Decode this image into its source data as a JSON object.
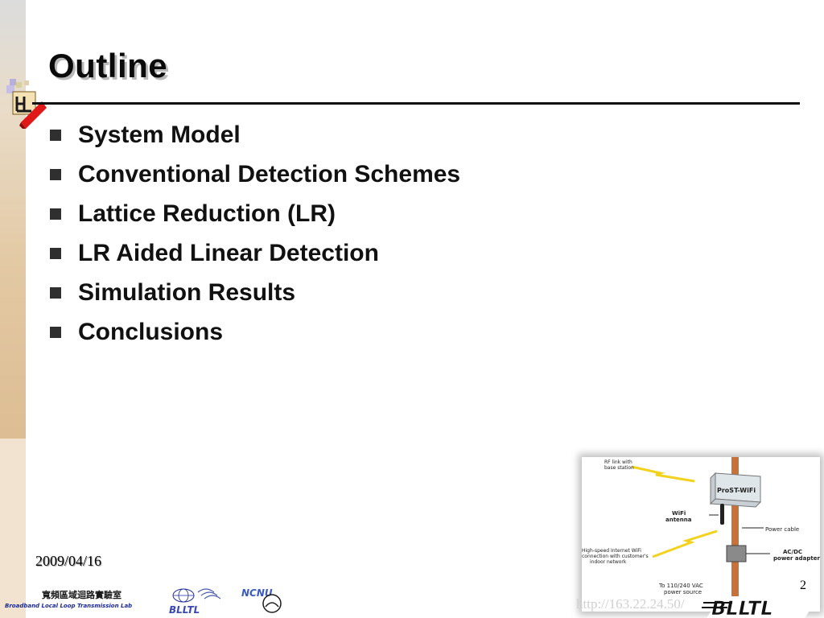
{
  "slide": {
    "title": "Outline",
    "bullets": [
      {
        "label": "System Model"
      },
      {
        "label": "Conventional Detection Schemes"
      },
      {
        "label": "Lattice Reduction (LR)"
      },
      {
        "label": "LR Aided Linear Detection"
      },
      {
        "label": "Simulation Results"
      },
      {
        "label": "Conclusions"
      }
    ],
    "date": "2009/04/16",
    "page_number": "2",
    "url": "http://163.22.24.50/"
  },
  "lab_logo": {
    "chinese_name": "寬頻區域迴路實驗室",
    "english_name": "Broadband Local Loop Transmission Lab",
    "acronym": "BLLTL",
    "university": "NCNU"
  },
  "diagram": {
    "rf_link_label": "RF link with\nbase station",
    "device_label": "ProST-WiFi",
    "wifi_antenna_label": "WiFi\nantenna",
    "power_cable_label": "Power cable",
    "internet_label": "High-speed Internet WiFi\nconnection with customer's\nindoor network",
    "acdc_label": "AC/DC\npower adapter",
    "power_source_label": "To 110/240 VAC\npower source"
  },
  "colors": {
    "sidebar_tan": "#e3c9a4",
    "pole": "#c9713a",
    "lightning": "#f2d21c",
    "logo_text": "#1a2a9a"
  }
}
